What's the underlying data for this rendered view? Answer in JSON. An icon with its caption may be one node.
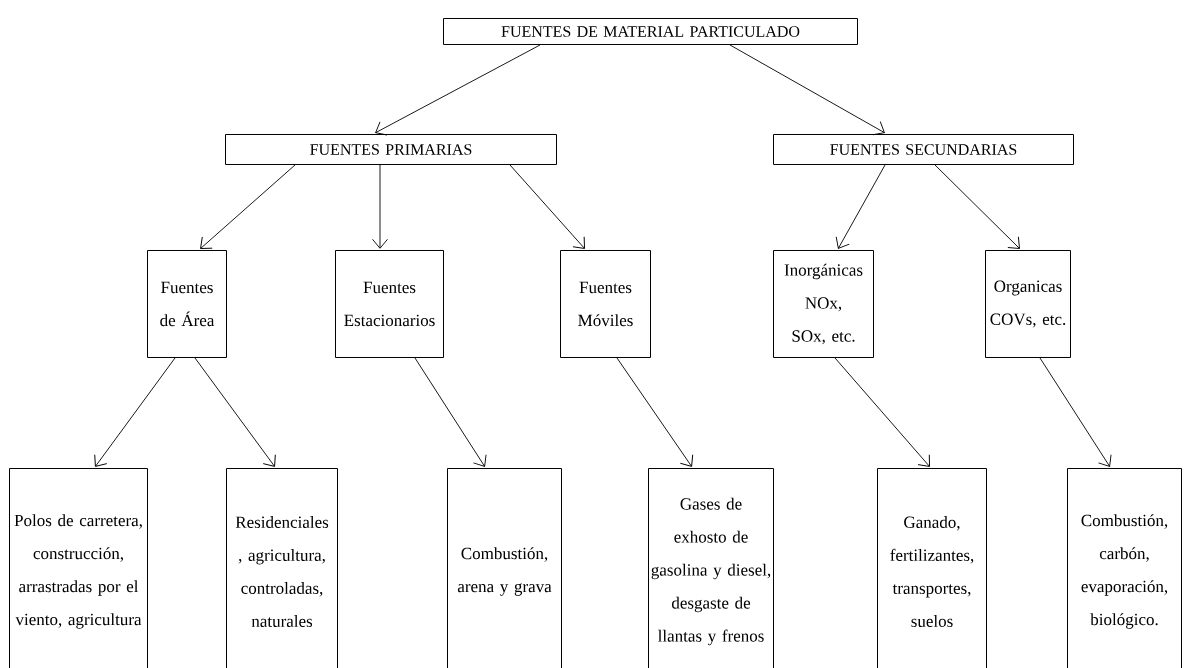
{
  "diagram": {
    "nodes": [
      {
        "text": [
          "FUENTES DE MATERIAL PARTICULADO"
        ]
      },
      {
        "text": [
          "FUENTES PRIMARIAS"
        ]
      },
      {
        "text": [
          "FUENTES SECUNDARIAS"
        ]
      },
      {
        "text": [
          "Fuentes de Área"
        ]
      },
      {
        "text": [
          "Fuentes Estacionarios"
        ]
      },
      {
        "text": [
          "Fuentes Móviles"
        ]
      },
      {
        "text": [
          "Inorgánicas NOx, SOx, etc."
        ]
      },
      {
        "text": [
          "Organicas COVs, etc."
        ]
      },
      {
        "text": [
          "Polos de carretera, construcción, arrastradas por el viento, agricultura"
        ]
      },
      {
        "text": [
          "Residenciales , agricultura, controladas, naturales"
        ]
      },
      {
        "text": [
          "Combustión, arena y grava"
        ]
      },
      {
        "text": [
          "Gases de exhosto de gasolina y diesel, desgaste de llantas y frenos"
        ]
      },
      {
        "text": [
          "Ganado, fertilizantes, transportes, suelos"
        ]
      },
      {
        "text": [
          "Combustión, carbón, evaporación, biológico."
        ]
      }
    ],
    "edges": [
      {
        "from": 0,
        "to": 1,
        "arrow": "to"
      },
      {
        "from": 0,
        "to": 2,
        "arrow": "to"
      },
      {
        "from": 1,
        "to": 3,
        "arrow": "to"
      },
      {
        "from": 1,
        "to": 4,
        "arrow": "to"
      },
      {
        "from": 1,
        "to": 5,
        "arrow": "to"
      },
      {
        "from": 2,
        "to": 6,
        "arrow": "to"
      },
      {
        "from": 2,
        "to": 7,
        "arrow": "to"
      },
      {
        "from": 3,
        "to": 8,
        "arrow": "to"
      },
      {
        "from": 3,
        "to": 9,
        "arrow": "to"
      },
      {
        "from": 4,
        "to": 10,
        "arrow": "to"
      },
      {
        "from": 5,
        "to": 11,
        "arrow": "to"
      },
      {
        "from": 6,
        "to": 12,
        "arrow": "to"
      },
      {
        "from": 7,
        "to": 13,
        "arrow": "to"
      }
    ]
  }
}
